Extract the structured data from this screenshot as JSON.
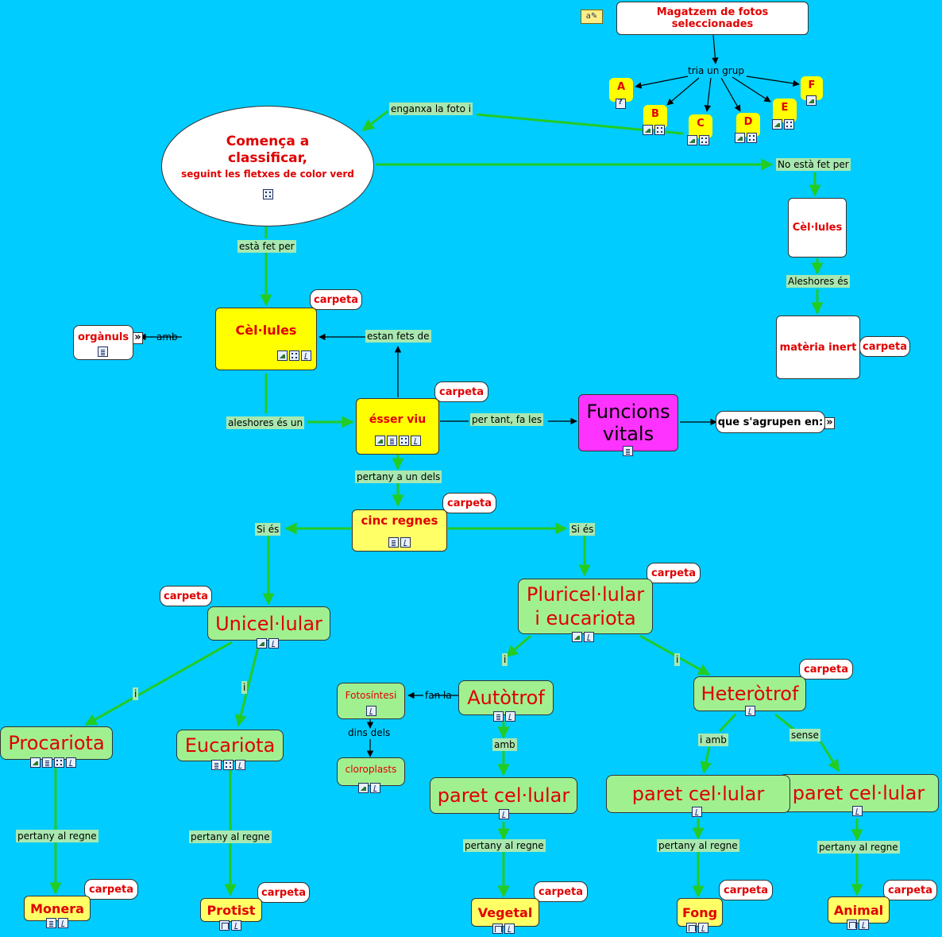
{
  "title": "Magatzem de fotos seleccionades",
  "nodes": {
    "comenca_main": "Comença a classificar,",
    "comenca_sub": "seguint les fletxes de color verd",
    "cellules_main": "Cèl·lules",
    "cellules_right": "Cèl·lules",
    "materia_inert": "matèria inert",
    "organuls": "orgànuls",
    "esser_viu": "ésser viu",
    "funcions_vitals": "Funcions vitals",
    "agrupen": "que s'agrupen en:",
    "cinc_regnes": "cinc regnes",
    "unicellular": "Unicel·lular",
    "pluricellular": "Pluricel·lular i eucariota",
    "procariota": "Procariota",
    "eucariota": "Eucariota",
    "autotrof": "Autòtrof",
    "heterotrof": "Heteròtrof",
    "fotosintesi": "Fotosíntesi",
    "cloroplasts": "cloroplasts",
    "paret_autotrof": "paret cel·lular",
    "paret_fong": "paret cel·lular",
    "paret_animal": "paret cel·lular",
    "monera": "Monera",
    "protist": "Protist",
    "vegetal": "Vegetal",
    "fong": "Fong",
    "animal": "Animal"
  },
  "groups": [
    "A",
    "B",
    "C",
    "D",
    "E",
    "F"
  ],
  "folder_tag": "carpeta",
  "links": {
    "tria": "tria un grup",
    "enganxa": "enganxa la foto i",
    "no_esta": "No està fet per",
    "esta_fet": "està fet per",
    "aleshores_es": "Aleshores és",
    "amb": "amb",
    "estan_fets": "estan fets de",
    "aleshores_un": "aleshores és un",
    "per_tant": "per tant, fa les",
    "pertany_dels": "pertany a un dels",
    "si_es_left": "Si és",
    "si_es_right": "Si és",
    "i1": "i",
    "i2": "i",
    "i3": "i",
    "i4": "i",
    "fan_la": "fan la",
    "dins_dels": "dins dels",
    "amb2": "amb",
    "i_amb": "i amb",
    "sense": "sense",
    "pertany_regne": "pertany al regne"
  },
  "colors": {
    "background": "#00ccff",
    "green_arrow": "#22cc22",
    "text_red": "#e00000",
    "yellow": "#ffff00",
    "light_green": "#a0f090",
    "magenta": "#ff33ff"
  }
}
